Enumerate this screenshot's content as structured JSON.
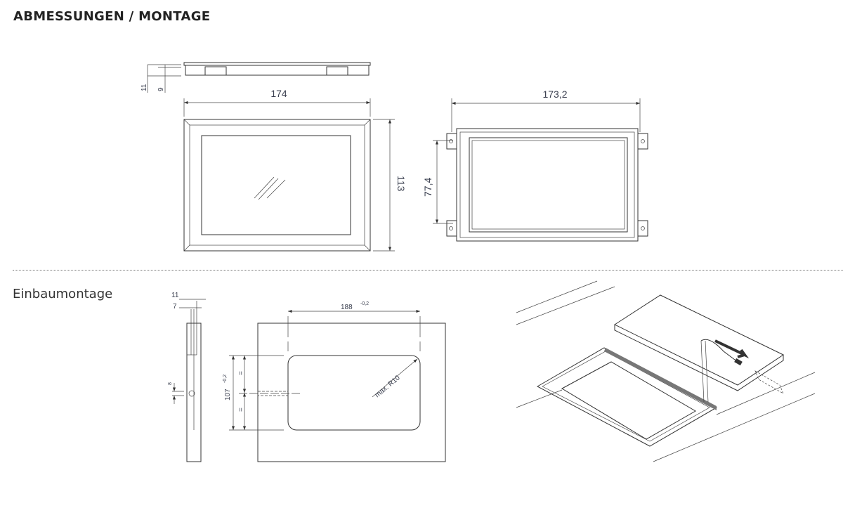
{
  "title": "ABMESSUNGEN / MONTAGE",
  "subtitle": "Einbaumontage",
  "dimensions": {
    "side_total": "11",
    "side_body": "9",
    "front_width": "174",
    "front_height": "113",
    "rear_width": "173,2",
    "rear_height": "77,4",
    "cut_side_total": "11",
    "cut_side_inner": "7",
    "cut_hole": "8",
    "cut_width": "188",
    "cut_width_tol": "-0,2",
    "cut_height": "107",
    "cut_height_tol": "-0,2",
    "equal_mark": "=",
    "radius": "max. R10"
  }
}
